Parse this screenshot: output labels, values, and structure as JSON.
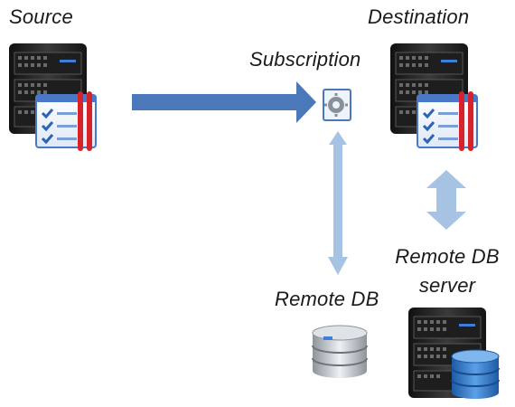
{
  "labels": {
    "source": "Source",
    "destination": "Destination",
    "subscription": "Subscription",
    "remote_db": "Remote DB",
    "remote_db_server_line1": "Remote DB",
    "remote_db_server_line2": "server"
  },
  "icons": {
    "source": "server-with-checklist-icon",
    "destination": "server-with-checklist-icon",
    "subscription": "gear-document-icon",
    "remote_db": "database-icon",
    "remote_db_server": "server-with-database-icon"
  },
  "colors": {
    "arrow_main": "#4a78b8",
    "arrow_light": "#a7c3e4",
    "server_body": "#2b2b2b",
    "checklist_red": "#d8222a",
    "db_blue": "#2f76c8"
  }
}
